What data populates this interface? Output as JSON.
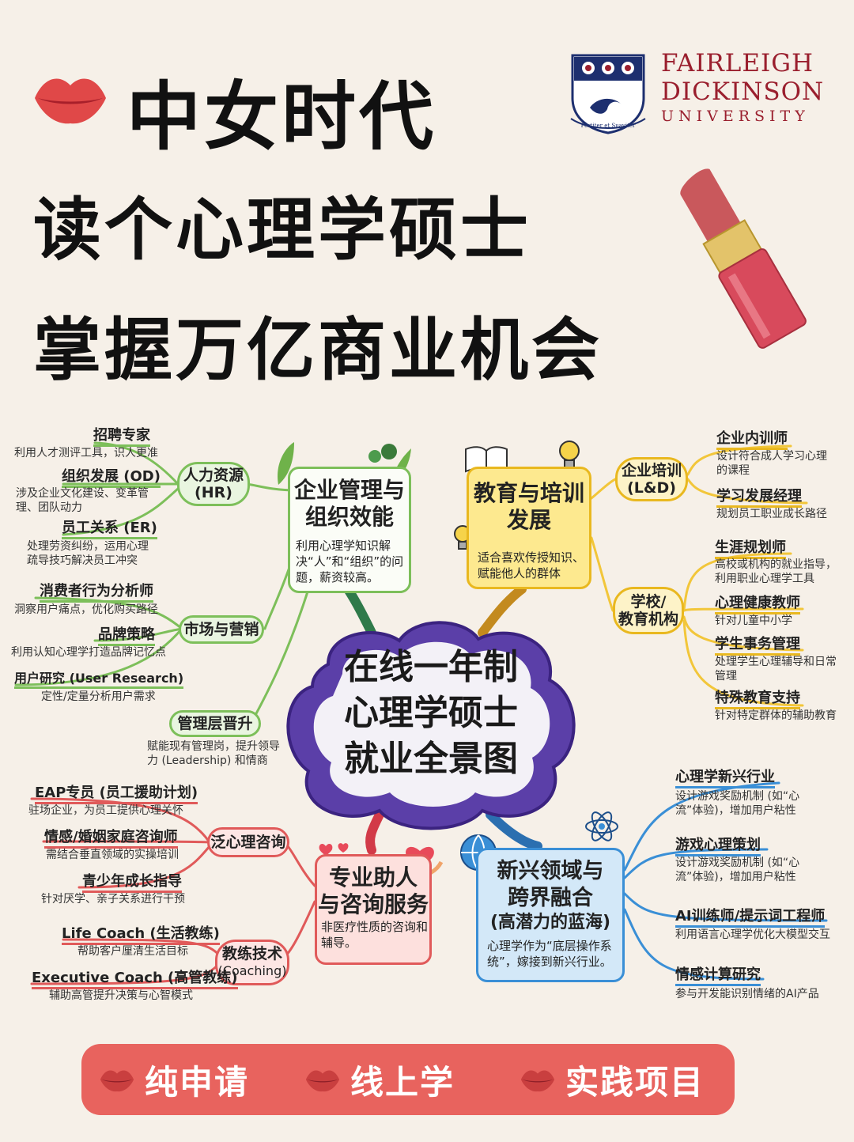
{
  "header": {
    "line1": "中女时代",
    "line2": "读个心理学硕士",
    "line3": "掌握万亿商业机会"
  },
  "logo": {
    "name_line1": "FAIRLEIGH",
    "name_line2": "DICKINSON",
    "name_line3": "UNIVERSITY",
    "motto": "Fortiter et Suaviter",
    "color": "#9a1f2e"
  },
  "center": {
    "line1": "在线一年制",
    "line2": "心理学硕士",
    "line3": "就业全景图"
  },
  "branches": {
    "business": {
      "title_line1": "企业管理与",
      "title_line2": "组织效能",
      "desc": "利用心理学知识解决“人”和“组织”的问题，薪资较高。",
      "hr": {
        "line1": "人力资源",
        "line2": "(HR)"
      },
      "marketing": "市场与营销",
      "management": "管理层晋升",
      "management_desc": "赋能现有管理岗，提升领导力 (Leadership) 和情商",
      "leaves": [
        {
          "title": "招聘专家",
          "desc": "利用人才测评工具，识人更准"
        },
        {
          "title": "组织发展 (OD)",
          "desc": "涉及企业文化建设、变革管理、团队动力"
        },
        {
          "title": "员工关系 (ER)",
          "desc": "处理劳资纠纷，运用心理疏导技巧解决员工冲突"
        },
        {
          "title": "消费者行为分析师",
          "desc": "洞察用户痛点，优化购买路径"
        },
        {
          "title": "品牌策略",
          "desc": "利用认知心理学打造品牌记忆点"
        },
        {
          "title": "用户研究 (User Research)",
          "desc": "定性/定量分析用户需求"
        }
      ]
    },
    "education": {
      "title_line1": "教育与培训",
      "title_line2": "发展",
      "desc": "适合喜欢传授知识、赋能他人的群体",
      "corporate": {
        "line1": "企业培训",
        "line2": "(L&D)"
      },
      "school": {
        "line1": "学校/",
        "line2": "教育机构"
      },
      "leaves": [
        {
          "title": "企业内训师",
          "desc": "设计符合成人学习心理的课程"
        },
        {
          "title": "学习发展经理",
          "desc": "规划员工职业成长路径"
        },
        {
          "title": "生涯规划师",
          "desc": "高校或机构的就业指导，利用职业心理学工具"
        },
        {
          "title": "心理健康教师",
          "desc": "针对儿童中小学"
        },
        {
          "title": "学生事务管理",
          "desc": "处理学生心理辅导和日常管理"
        },
        {
          "title": "特殊教育支持",
          "desc": "针对特定群体的辅助教育"
        }
      ]
    },
    "counseling": {
      "title_line1": "专业助人",
      "title_line2": "与咨询服务",
      "desc": "非医疗性质的咨询和辅导。",
      "general": "泛心理咨询",
      "coaching": {
        "line1": "教练技术",
        "line2": "(Coaching)"
      },
      "leaves": [
        {
          "title": "EAP专员 (员工援助计划)",
          "desc": "驻场企业，为员工提供心理关怀"
        },
        {
          "title": "情感/婚姻家庭咨询师",
          "desc": "需结合垂直领域的实操培训"
        },
        {
          "title": "青少年成长指导",
          "desc": "针对厌学、亲子关系进行干预"
        },
        {
          "title": "Life Coach (生活教练)",
          "desc": "帮助客户厘清生活目标"
        },
        {
          "title": "Executive Coach (高管教练)",
          "desc": "辅助高管提升决策与心智模式"
        }
      ]
    },
    "emerging": {
      "title_line1": "新兴领域与",
      "title_line2": "跨界融合",
      "title_line3": "(高潜力的蓝海)",
      "desc": "心理学作为“底层操作系统”，嫁接到新兴行业。",
      "leaves": [
        {
          "title": "心理学新兴行业",
          "desc": "设计游戏奖励机制 (如“心流”体验)，增加用户粘性"
        },
        {
          "title": "游戏心理策划",
          "desc": "设计游戏奖励机制 (如“心流”体验)，增加用户粘性"
        },
        {
          "title": "AI训练师/提示词工程师",
          "desc": "利用语言心理学优化大模型交互"
        },
        {
          "title": "情感计算研究",
          "desc": "参与开发能识别情绪的AI产品"
        }
      ]
    }
  },
  "footer": {
    "item1": "纯申请",
    "item2": "线上学",
    "item3": "实践项目",
    "bar_color": "#e8635e"
  },
  "colors": {
    "green": "#7dbf5a",
    "yellow": "#f2c63a",
    "red": "#e05a5a",
    "blue": "#3a8fd6",
    "center": "#5b3fa8"
  }
}
